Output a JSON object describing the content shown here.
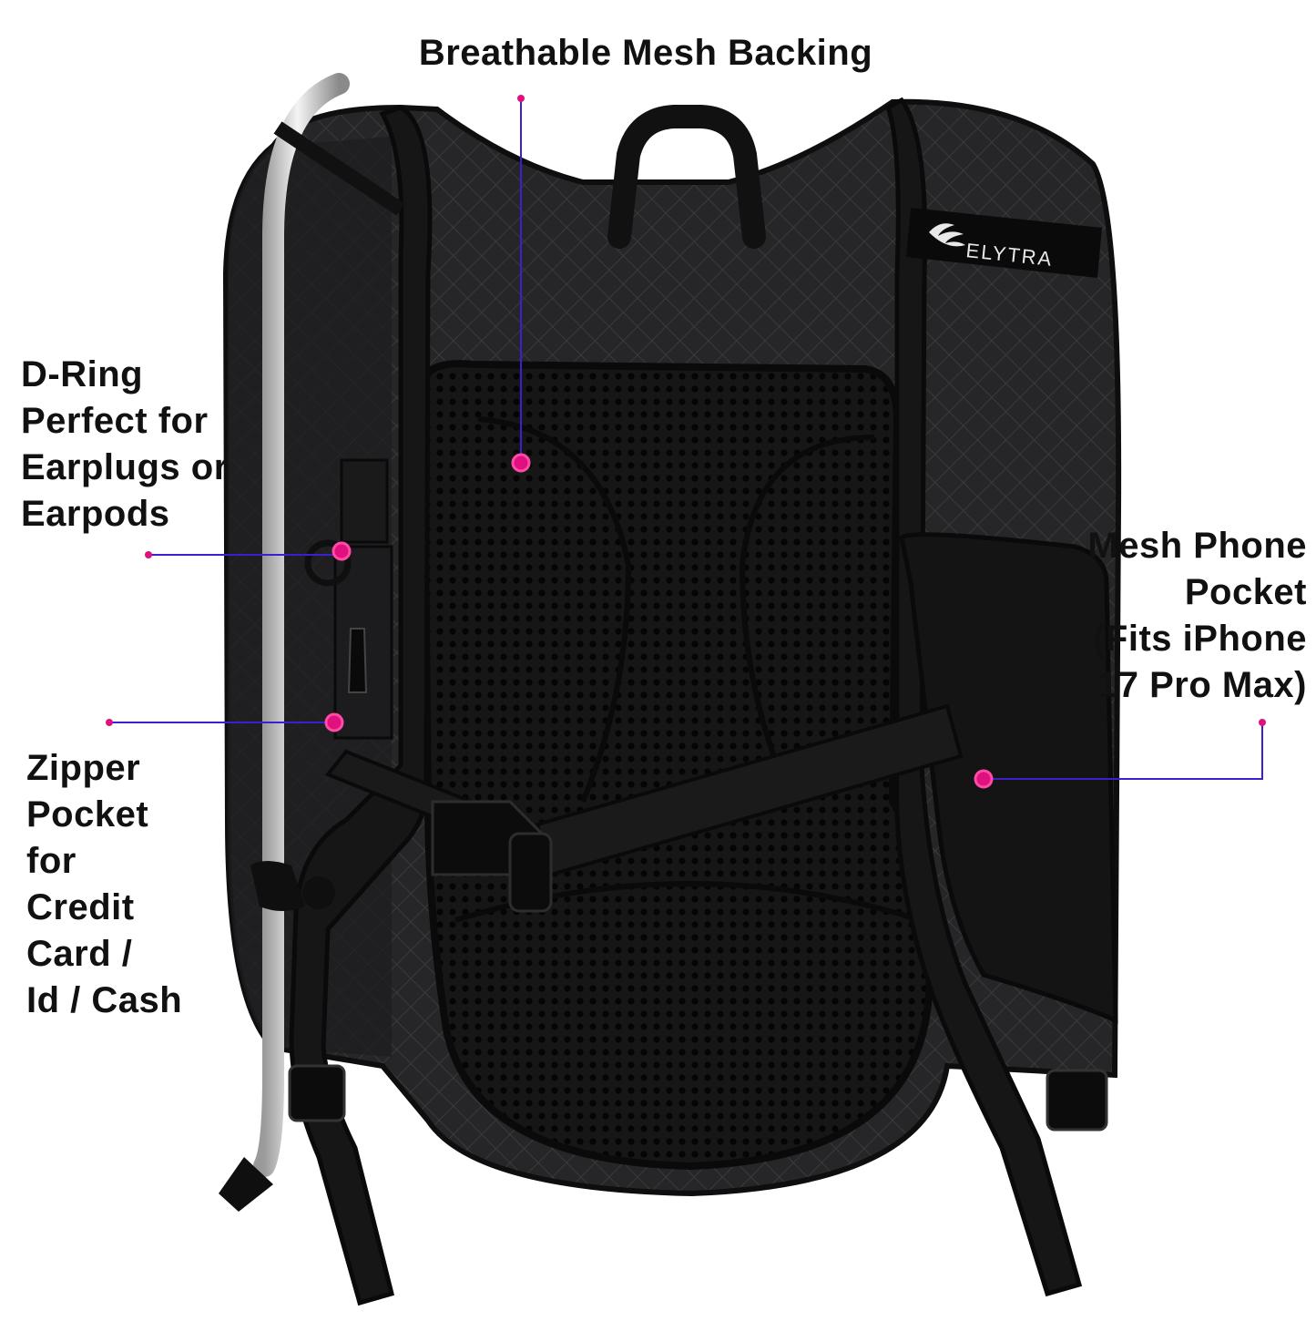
{
  "title": "Breathable Mesh Backing",
  "callouts": {
    "dring": [
      "D-Ring",
      "Perfect for",
      "Earplugs or",
      "Earpods"
    ],
    "zipper": [
      "Zipper",
      "Pocket",
      "for",
      "Credit",
      "Card /",
      "Id / Cash"
    ],
    "phone": [
      "Mesh Phone",
      "Pocket",
      "(Fits iPhone",
      "17 Pro Max)"
    ]
  },
  "brand": "ELYTRA",
  "colors": {
    "leader_line": "#3b1fd1",
    "marker": "#e0117f",
    "bag": "#1c1c1e",
    "text": "#111111"
  }
}
